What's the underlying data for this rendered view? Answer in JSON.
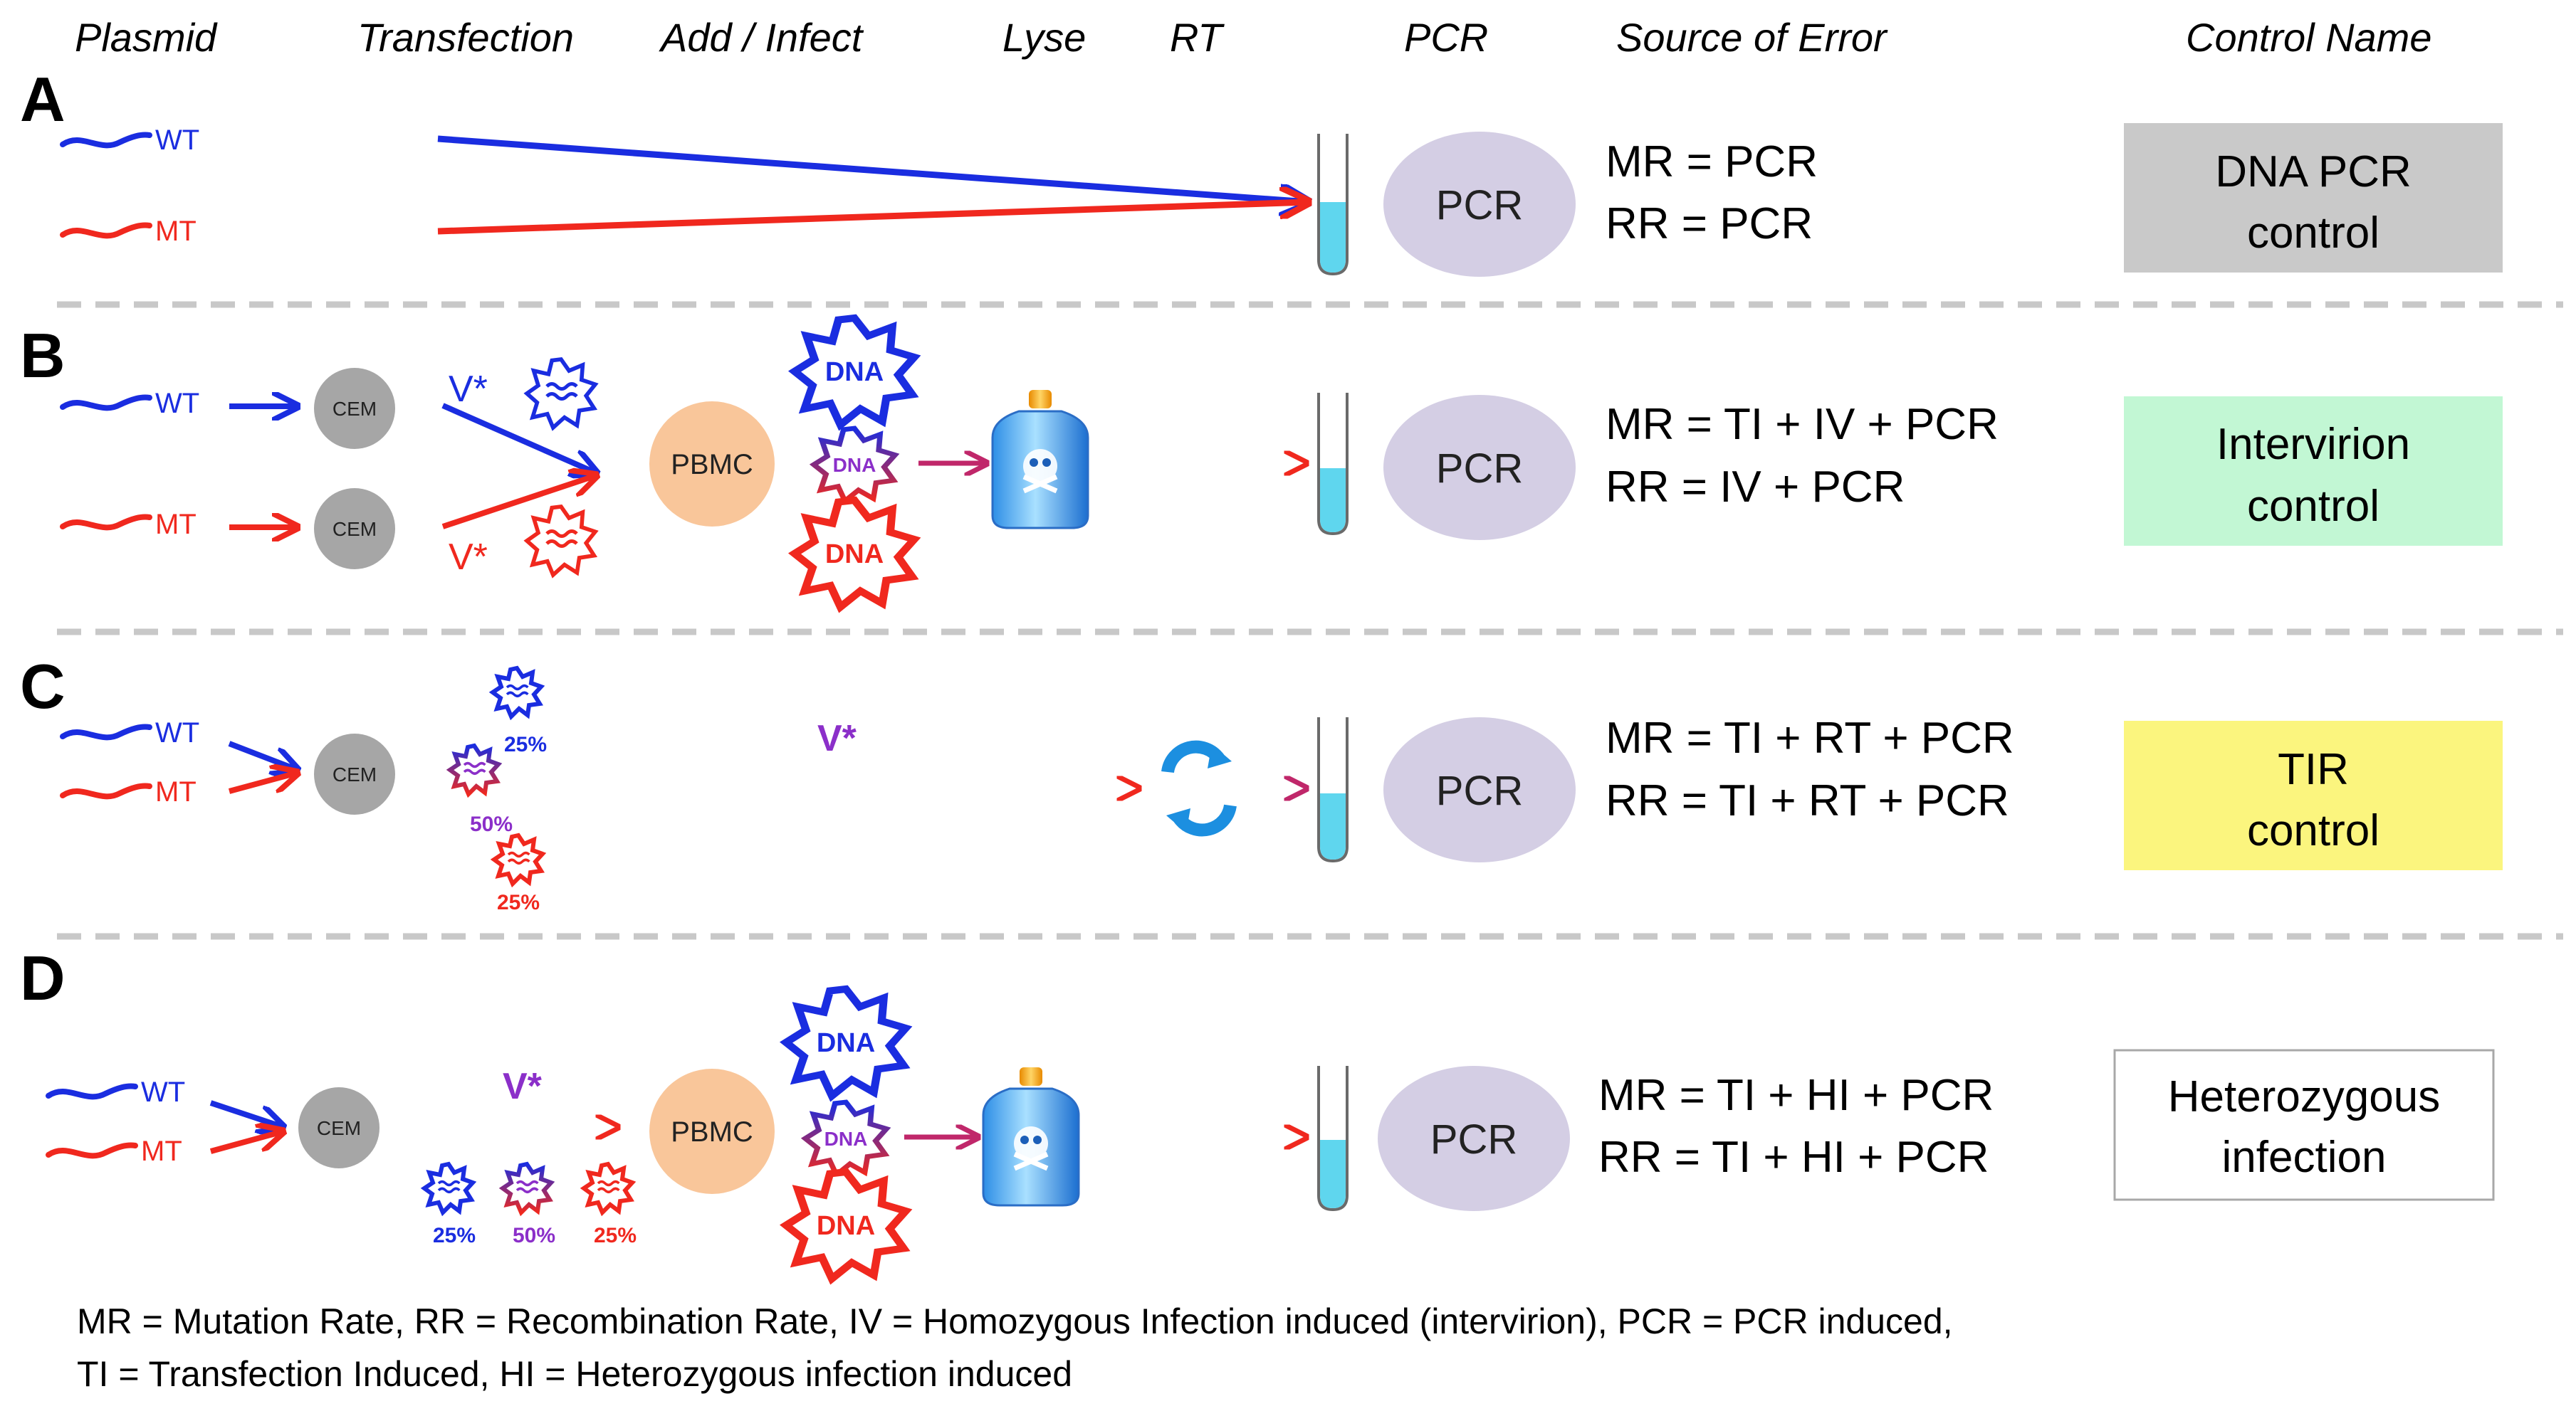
{
  "headers": {
    "plasmid": "Plasmid",
    "transfection": "Transfection",
    "add_infect": "Add / Infect",
    "lyse": "Lyse",
    "rt": "RT",
    "pcr": "PCR",
    "source_of_error": "Source of Error",
    "control_name": "Control Name"
  },
  "labels": {
    "wt": "WT",
    "mt": "MT",
    "cem": "CEM",
    "pbmc": "PBMC",
    "pcr": "PCR",
    "dna": "DNA",
    "v_star": "V*",
    "pct_25": "25%",
    "pct_50": "50%"
  },
  "colors": {
    "wt": "#1a2de0",
    "mt": "#f0281e",
    "mix": "#8b2fc9",
    "tube_liquid": "#5fd6ee",
    "dna_control_box": "#c9c9c9",
    "intervirion_box": "#c2f7d4",
    "tir_box": "#fbf57e",
    "heterozygous_box": "#ffffff"
  },
  "rows": [
    {
      "letter": "A",
      "mr": "MR = PCR",
      "rr": "RR  = PCR",
      "control_line1": "DNA PCR",
      "control_line2": "control"
    },
    {
      "letter": "B",
      "mr": "MR = TI + IV + PCR",
      "rr": "RR  = IV + PCR",
      "control_line1": "Intervirion",
      "control_line2": "control"
    },
    {
      "letter": "C",
      "mr": "MR = TI + RT + PCR",
      "rr": "RR  = TI + RT + PCR",
      "control_line1": "TIR",
      "control_line2": "control"
    },
    {
      "letter": "D",
      "mr": "MR = TI + HI + PCR",
      "rr": "RR  = TI + HI + PCR",
      "control_line1": "Heterozygous",
      "control_line2": "infection"
    }
  ],
  "footer": {
    "line1": "MR = Mutation Rate, RR = Recombination Rate, IV = Homozygous Infection induced (intervirion), PCR = PCR induced,",
    "line2": "TI = Transfection Induced, HI = Heterozygous infection induced"
  }
}
